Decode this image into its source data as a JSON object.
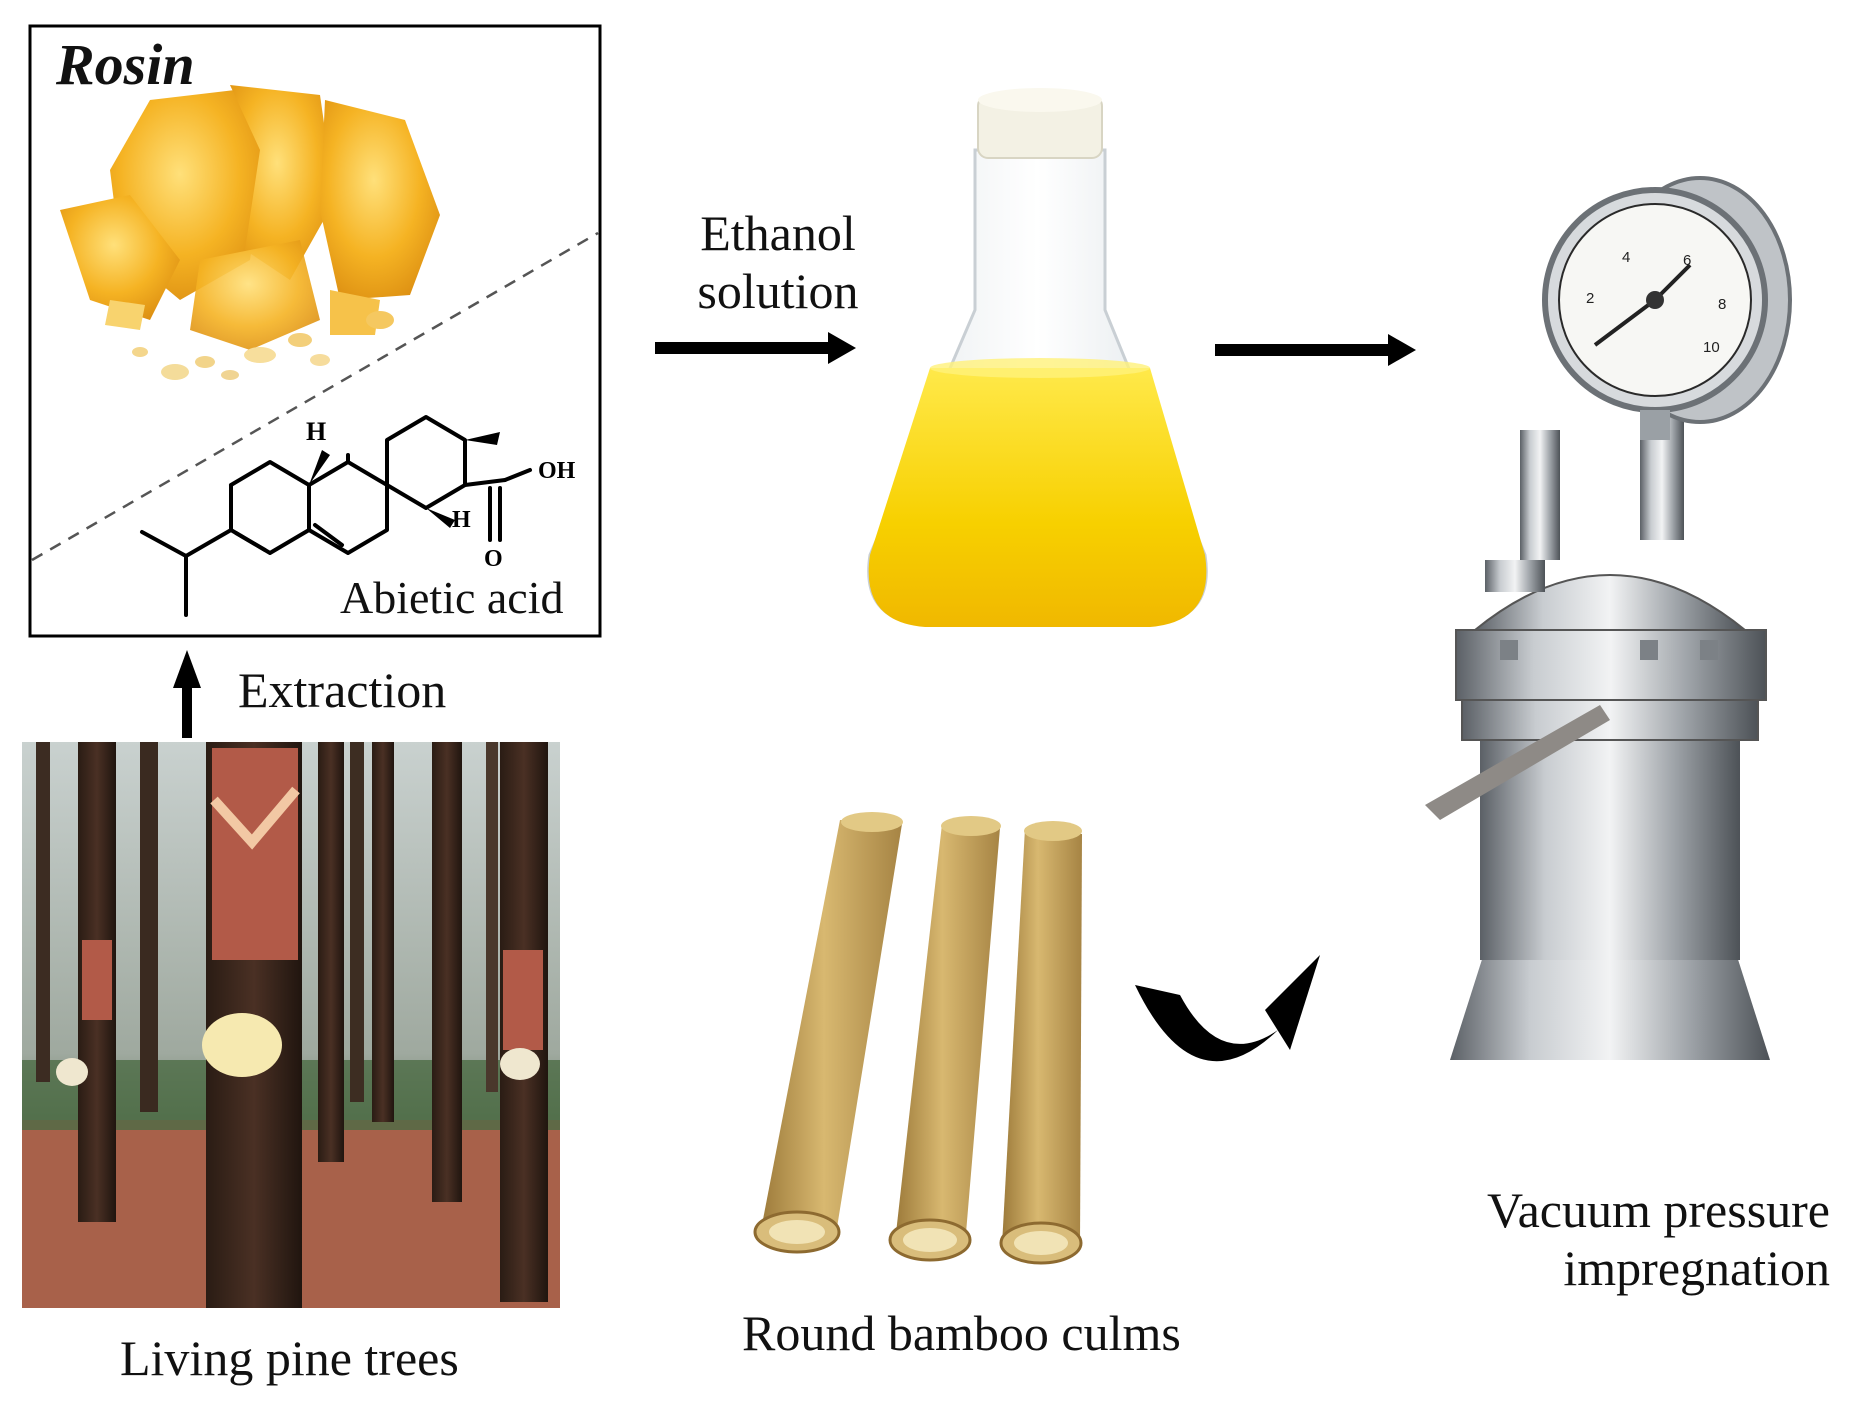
{
  "rosin_panel": {
    "title": "Rosin",
    "molecule_name": "Abietic acid",
    "atom_labels": {
      "h_top": "H",
      "h_right": "H",
      "oh": "OH",
      "o": "O"
    }
  },
  "steps": {
    "extraction": "Extraction",
    "pine_trees": "Living pine trees",
    "ethanol_line1": "Ethanol",
    "ethanol_line2": "solution",
    "bamboo": "Round bamboo culms",
    "vacuum_line1": "Vacuum pressure",
    "vacuum_line2": "impregnation"
  },
  "gauge": {
    "ticks": [
      "2",
      "4",
      "6",
      "8",
      "10"
    ]
  },
  "colors": {
    "rosin_amber": "#f2a81d",
    "rosin_light": "#ffd35a",
    "solution_yellow": "#f7d400",
    "bamboo": "#c9a55c",
    "steel": "#a8acb0",
    "arrow": "#000000"
  }
}
